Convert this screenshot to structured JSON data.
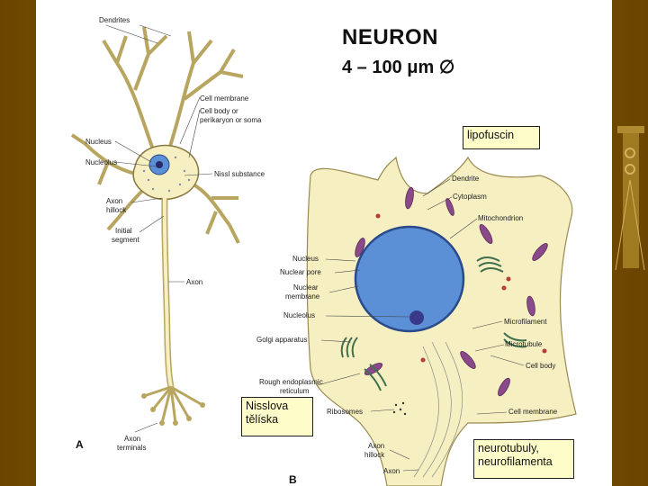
{
  "slide": {
    "title": "NEURON",
    "subtitle": "4 – 100 μm ∅"
  },
  "callouts": {
    "lipofuscin": "lipofuscin",
    "nissl": "Nisslova tělíska",
    "neurotubules": "neurotubuly, neurofilamenta"
  },
  "figure_a": {
    "letter": "A",
    "labels": {
      "dendrites": "Dendrites",
      "cell_membrane": "Cell membrane",
      "cell_body_1": "Cell body or",
      "cell_body_2": "perikaryon or soma",
      "nucleus": "Nucleus",
      "nucleolus": "Nucleolus",
      "nissl": "Nissl substance",
      "axon_hillock_1": "Axon",
      "axon_hillock_2": "hillock",
      "initial_1": "Initial",
      "initial_2": "segment",
      "axon": "Axon",
      "terminals_1": "Axon",
      "terminals_2": "terminals"
    }
  },
  "figure_b": {
    "letter": "B",
    "labels": {
      "dendrite": "Dendrite",
      "cytoplasm": "Cytoplasm",
      "mitochondrion": "Mitochondrion",
      "nucleus": "Nucleus",
      "nuclear_pore": "Nuclear pore",
      "nuclear_membrane_1": "Nuclear",
      "nuclear_membrane_2": "membrane",
      "nucleolus": "Nucleolus",
      "golgi": "Golgi apparatus",
      "microfilament": "Microfilament",
      "microtubule": "Microtubule",
      "cell_body": "Cell body",
      "rer_1": "Rough endoplasmic",
      "rer_2": "reticulum",
      "ribosomes": "Ribosomes",
      "cell_membrane": "Cell membrane",
      "axon_hillock_1": "Axon",
      "axon_hillock_2": "hillock",
      "axon": "Axon"
    }
  },
  "colors": {
    "background": "#7a5200",
    "cell_fill": "#f5efc2",
    "nucleus_fill": "#5b8fd6",
    "nucleolus_fill": "#3a3a8a",
    "mito_fill": "#8a4a8a",
    "golgi_fill": "#4a7a5a",
    "callout_fill": "#fefcc8"
  }
}
